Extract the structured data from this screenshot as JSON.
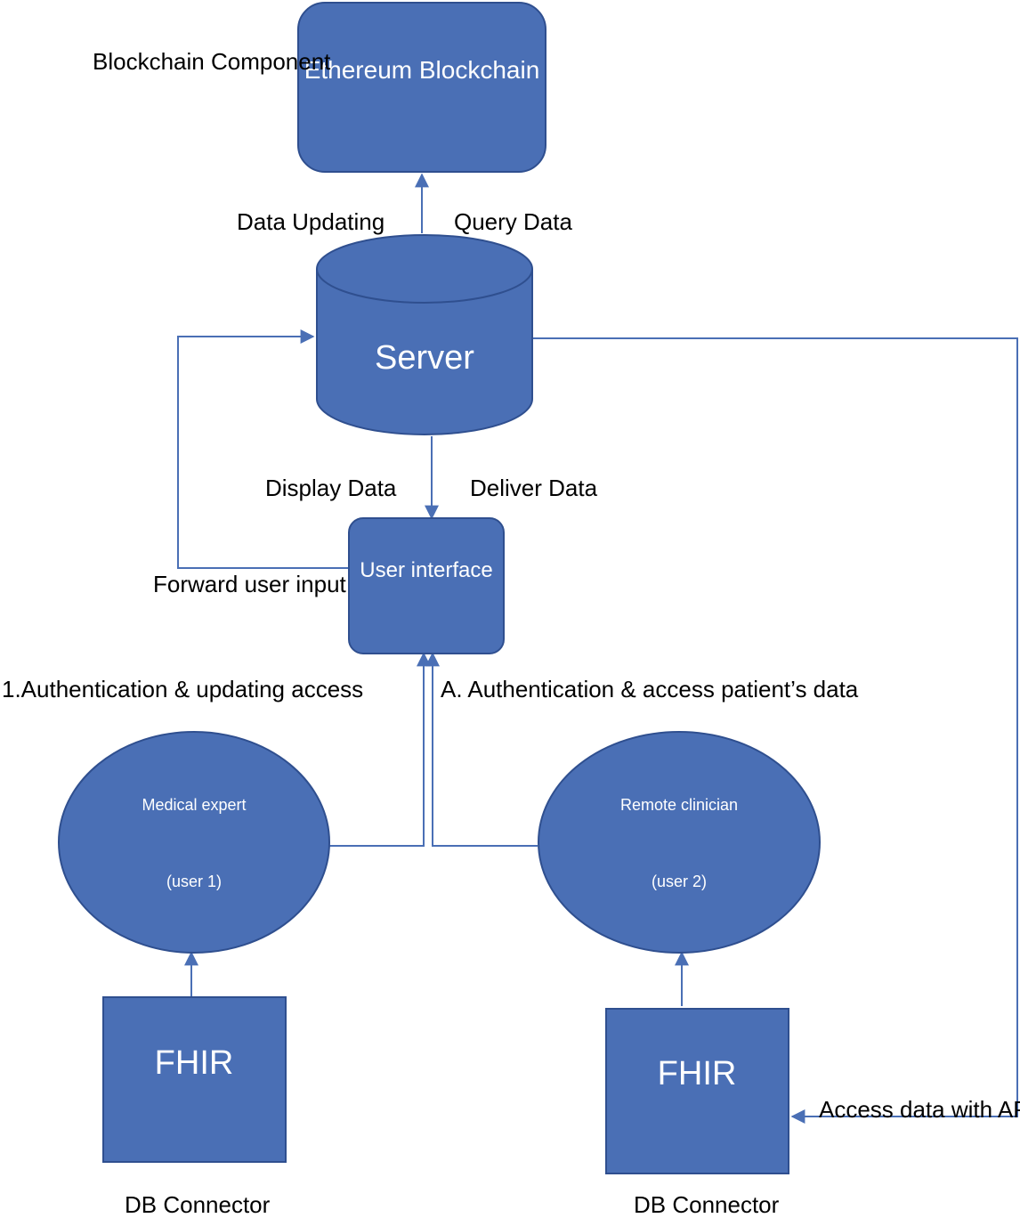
{
  "nodes": {
    "blockchain": {
      "label": "Ethereum Blockchain",
      "side_label": "Blockchain Component"
    },
    "server": {
      "label": "Server"
    },
    "ui": {
      "label": "User interface"
    },
    "user1": {
      "title": "Medical expert",
      "subtitle": "(user 1)"
    },
    "user2": {
      "title": "Remote clinician",
      "subtitle": "(user 2)"
    },
    "fhir1": {
      "label": "FHIR",
      "caption": "DB Connector"
    },
    "fhir2": {
      "label": "FHIR",
      "caption": "DB Connector"
    }
  },
  "edges": {
    "data_updating": "Data Updating",
    "query_data": "Query Data",
    "display_data": "Display Data",
    "deliver_data": "Deliver Data",
    "forward_input": "Forward user input",
    "auth_update": "1.Authentication & updating access",
    "auth_access": "A. Authentication & access patient’s data",
    "api_access": "Access data with API"
  },
  "colors": {
    "shape_fill": "#4a6fb5",
    "shape_stroke": "#2f4f8f",
    "line": "#4a6fb5",
    "text_on_shape": "#ffffff"
  }
}
